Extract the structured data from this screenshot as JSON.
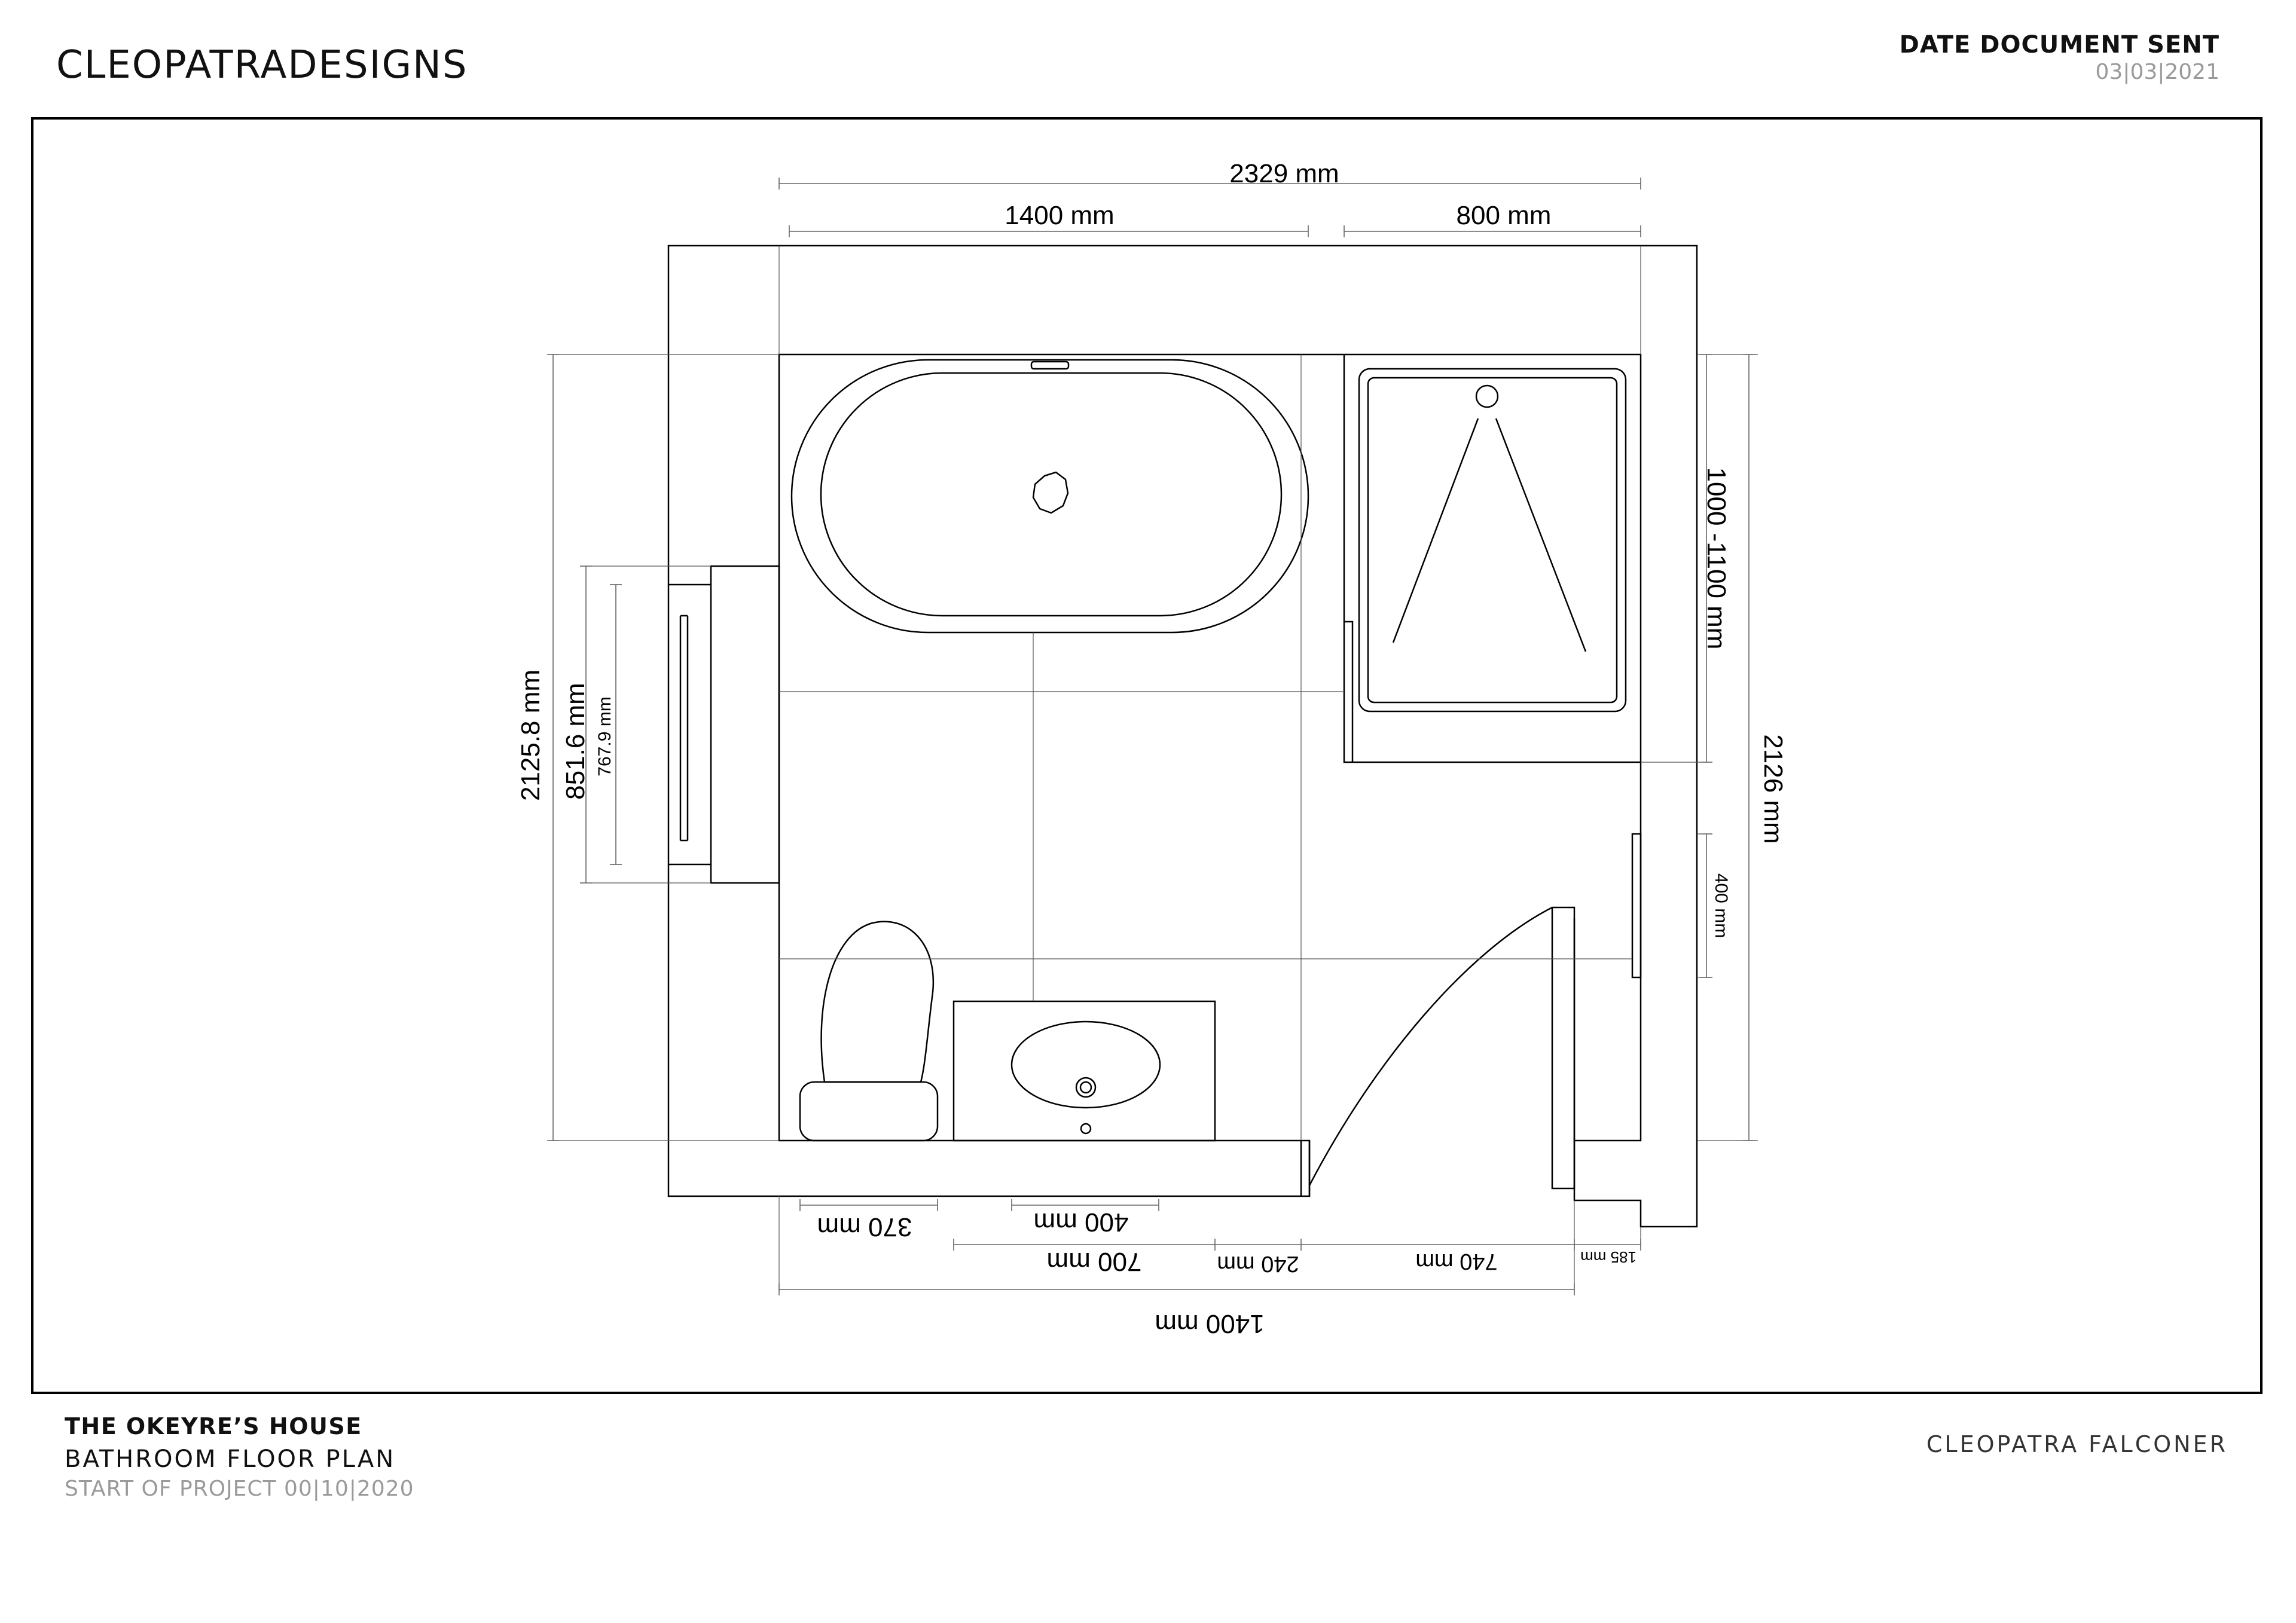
{
  "header": {
    "brand": "CLEOPATRADESIGNS",
    "date_label": "DATE DOCUMENT SENT",
    "date_value": "03|03|2021"
  },
  "footer": {
    "project_name": "THE OKEYRE’S HOUSE",
    "plan_title": "BATHROOM FLOOR PLAN",
    "project_start": "START OF PROJECT 00|10|2020",
    "designer": "CLEOPATRA FALCONER"
  },
  "dimensions": {
    "overall_width": "2329 mm",
    "bath_width": "1400 mm",
    "shower_width": "800 mm",
    "shower_length": "1000 -1100 mm",
    "right_height": "2126 mm",
    "door_gap": "400 mm",
    "left_height": "2125.8 mm",
    "window_outer": "851.6 mm",
    "window_inner": "767.9 mm",
    "toilet_width": "370 mm",
    "basin_width": "400 mm",
    "vanity_width": "700 mm",
    "gap_240": "240 mm",
    "door_width": "740 mm",
    "return_185": "185 mm",
    "bottom_overall": "1400 mm"
  }
}
